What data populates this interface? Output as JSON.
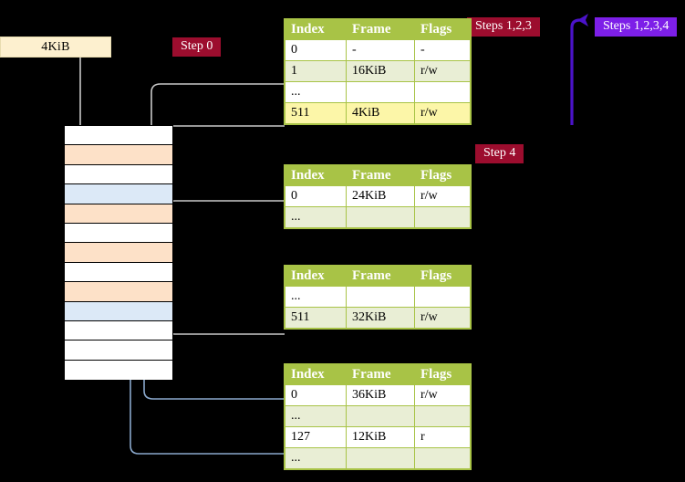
{
  "diagram": {
    "title": "page-table-walk",
    "memory_label": {
      "text": "4KiB"
    },
    "badges": [
      {
        "name": "step-0",
        "text": "Step 0",
        "color": "#9c0d2e",
        "style": "red"
      },
      {
        "name": "steps-1-2-3",
        "text": "Steps 1,2,3",
        "color": "#9c0d2e",
        "style": "red"
      },
      {
        "name": "steps-1-2-3-4",
        "text": "Steps 1,2,3,4",
        "color": "#7d1fe8",
        "style": "purple"
      },
      {
        "name": "step-4",
        "text": "Step 4",
        "color": "#9c0d2e",
        "style": "red"
      }
    ],
    "colors": {
      "header_green": "#a8c346",
      "row_tint": "#e9eed5",
      "highlight_yellow": "#fcf6a8",
      "frame_orange": "#fde1c8",
      "frame_blue": "#dce9f7",
      "label_cream": "#fdf0cf",
      "wire_gray": "#c9c9c9",
      "wire_blue": "#8aa8cc",
      "arrow_purple": "#4b13c9"
    },
    "memory_column": {
      "name": "physical-memory-frames",
      "rows": [
        {
          "fill": "white"
        },
        {
          "fill": "orange"
        },
        {
          "fill": "white"
        },
        {
          "fill": "blue"
        },
        {
          "fill": "orange"
        },
        {
          "fill": "white"
        },
        {
          "fill": "orange"
        },
        {
          "fill": "white"
        },
        {
          "fill": "orange"
        },
        {
          "fill": "blue"
        },
        {
          "fill": "white"
        },
        {
          "fill": "white"
        },
        {
          "fill": "white"
        }
      ]
    },
    "tables": [
      {
        "name": "page-table-level-4",
        "columns": [
          "Index",
          "Frame",
          "Flags"
        ],
        "rows": [
          {
            "style": "white",
            "cells": [
              "0",
              "-",
              "-"
            ]
          },
          {
            "style": "tint",
            "cells": [
              "1",
              "16KiB",
              "r/w"
            ]
          },
          {
            "style": "white",
            "cells": [
              "...",
              "",
              ""
            ]
          },
          {
            "style": "hl",
            "cells": [
              "511",
              "4KiB",
              "r/w"
            ]
          }
        ]
      },
      {
        "name": "page-table-level-3",
        "columns": [
          "Index",
          "Frame",
          "Flags"
        ],
        "rows": [
          {
            "style": "white",
            "cells": [
              "0",
              "24KiB",
              "r/w"
            ]
          },
          {
            "style": "tint",
            "cells": [
              "...",
              "",
              ""
            ]
          }
        ]
      },
      {
        "name": "page-table-level-2",
        "columns": [
          "Index",
          "Frame",
          "Flags"
        ],
        "rows": [
          {
            "style": "white",
            "cells": [
              "...",
              "",
              ""
            ]
          },
          {
            "style": "tint",
            "cells": [
              "511",
              "32KiB",
              "r/w"
            ]
          }
        ]
      },
      {
        "name": "page-table-level-1",
        "columns": [
          "Index",
          "Frame",
          "Flags"
        ],
        "rows": [
          {
            "style": "white",
            "cells": [
              "0",
              "36KiB",
              "r/w"
            ]
          },
          {
            "style": "tint",
            "cells": [
              "...",
              "",
              ""
            ]
          },
          {
            "style": "white",
            "cells": [
              "127",
              "12KiB",
              "r"
            ]
          },
          {
            "style": "tint",
            "cells": [
              "...",
              "",
              ""
            ]
          }
        ]
      }
    ]
  }
}
